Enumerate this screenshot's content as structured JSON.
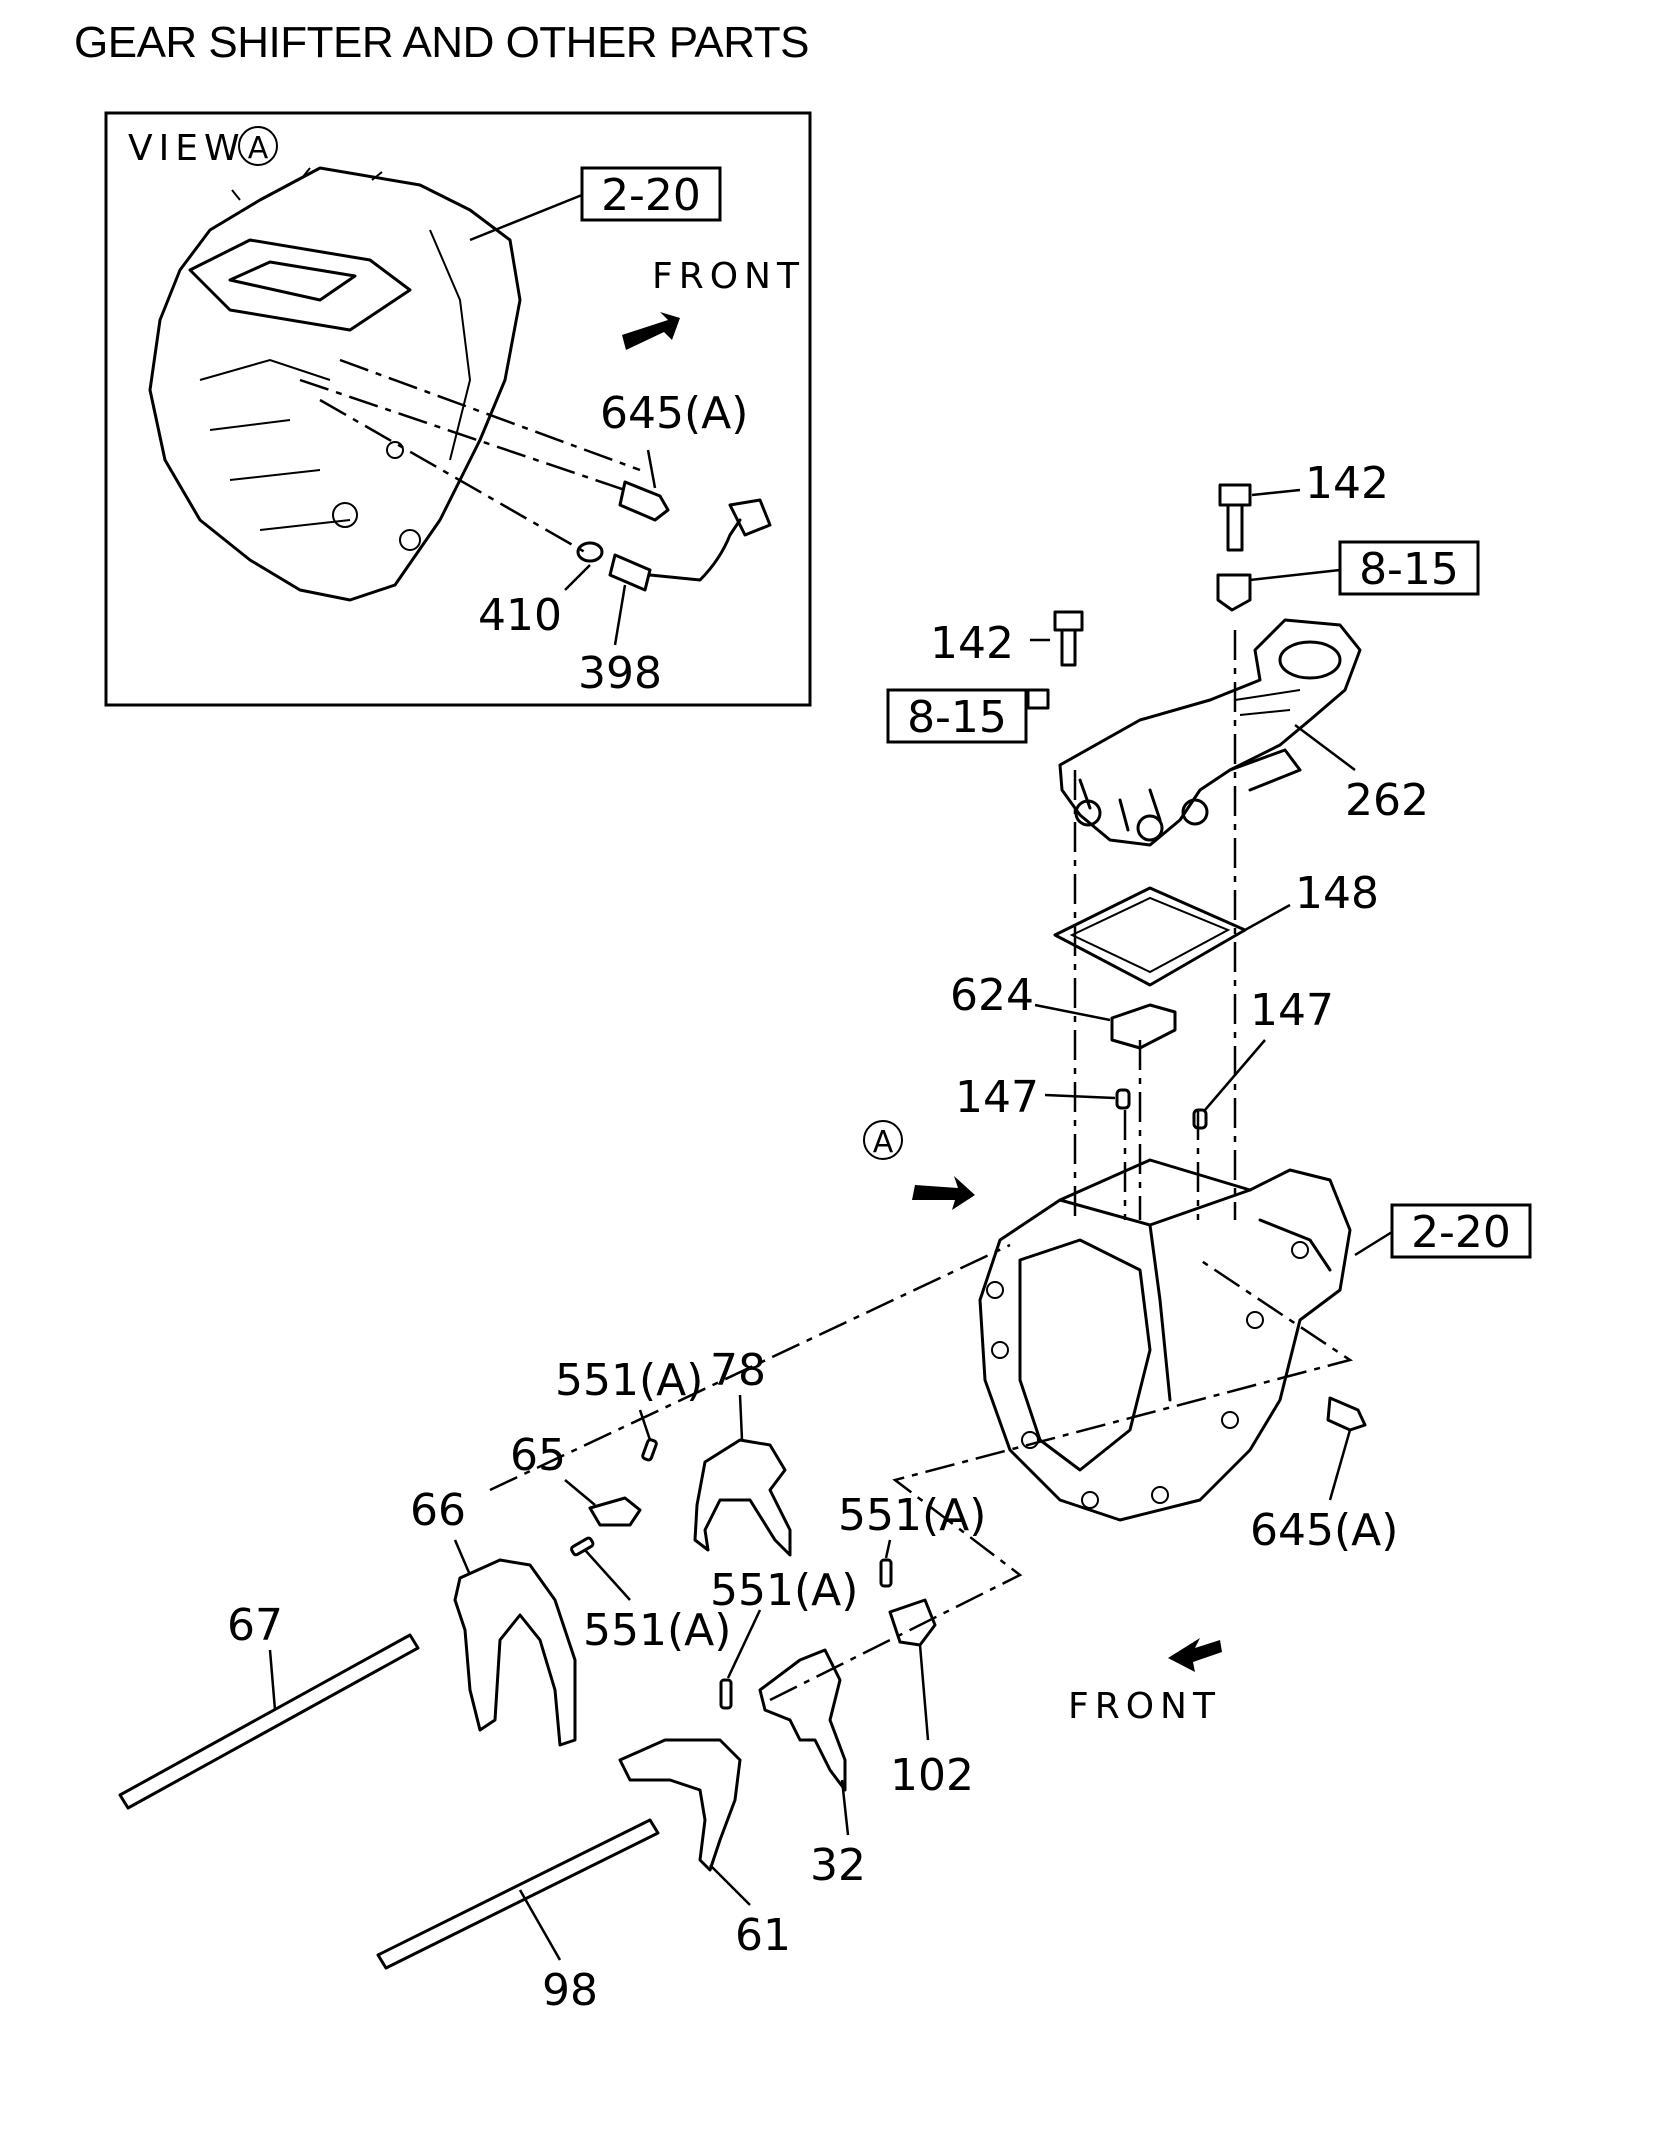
{
  "title": "GEAR SHIFTER AND OTHER PARTS",
  "inset": {
    "view_label": "VIEW",
    "view_marker": "A",
    "front_label": "FRONT",
    "ref_box": "2-20",
    "callouts": [
      "645(A)",
      "410",
      "398"
    ]
  },
  "main": {
    "view_marker": "A",
    "front_label": "FRONT",
    "ref_boxes": [
      "8-15",
      "8-15",
      "2-20"
    ],
    "callouts": [
      "142",
      "142",
      "262",
      "148",
      "624",
      "147",
      "147",
      "645(A)",
      "78",
      "551(A)",
      "65",
      "66",
      "551(A)",
      "67",
      "551(A)",
      "551(A)",
      "102",
      "32",
      "61",
      "98"
    ]
  }
}
